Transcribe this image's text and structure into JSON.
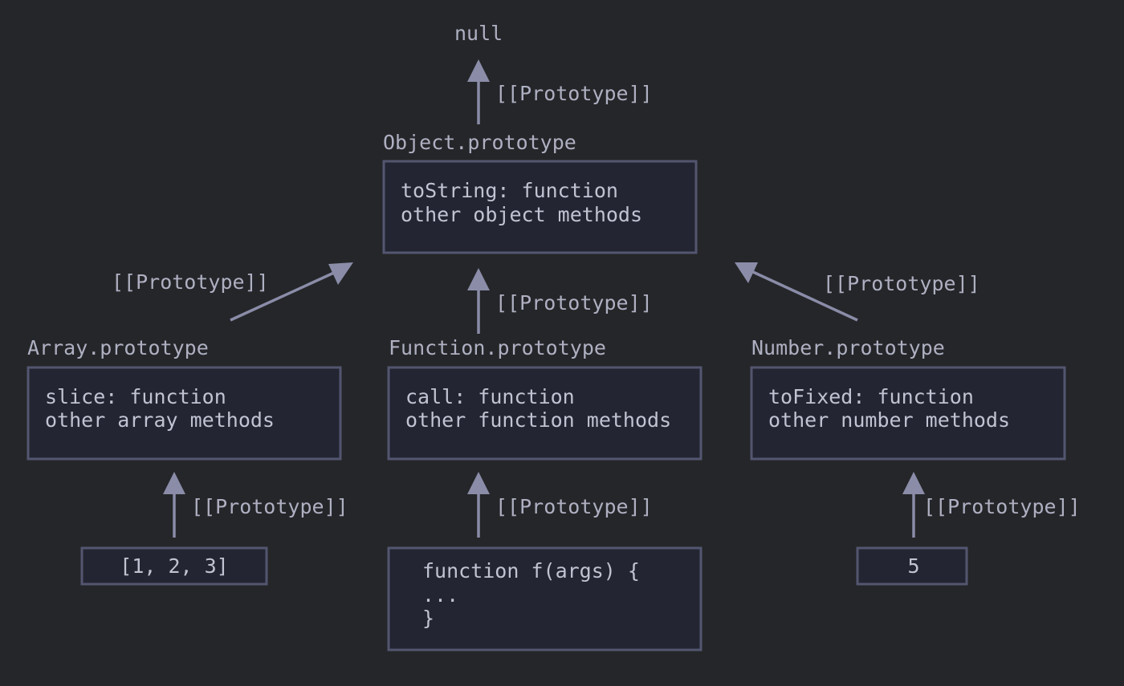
{
  "null_label": "null",
  "proto_label": "[[Prototype]]",
  "object": {
    "title": "Object.prototype",
    "line1": "toString: function",
    "line2": "other object methods"
  },
  "array": {
    "title": "Array.prototype",
    "line1": "slice: function",
    "line2": "other array methods",
    "instance": "[1, 2, 3]"
  },
  "function": {
    "title": "Function.prototype",
    "line1": "call: function",
    "line2": "other function methods",
    "instance_line1": "function f(args) {",
    "instance_line2": "...",
    "instance_line3": "}"
  },
  "number": {
    "title": "Number.prototype",
    "line1": "toFixed: function",
    "line2": "other number methods",
    "instance": "5"
  },
  "colors": {
    "background": "#252629",
    "box_fill": "#232532",
    "box_stroke": "#535670",
    "arrow": "#8a8ca8",
    "text": "#aeb0c2"
  }
}
